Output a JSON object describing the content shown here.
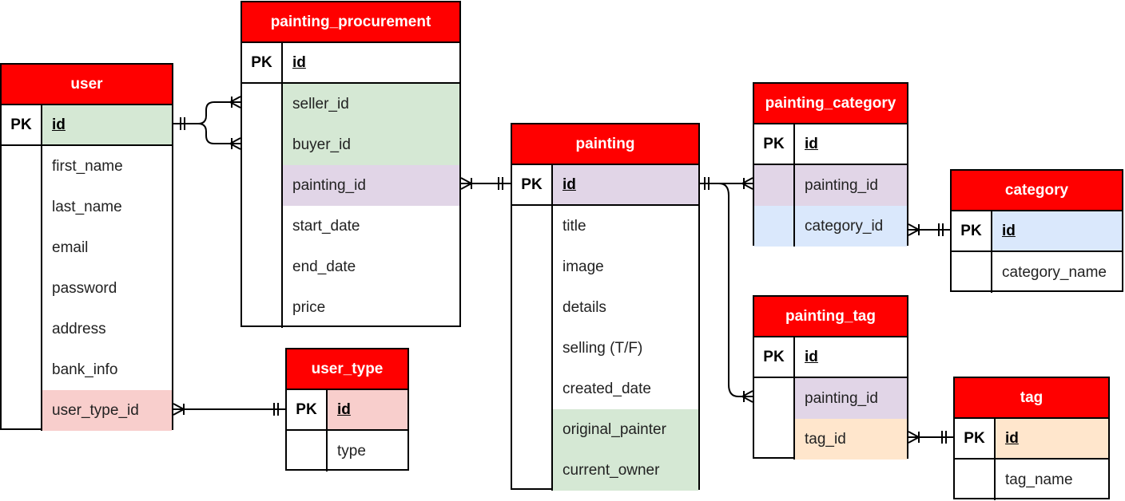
{
  "entities": {
    "user": {
      "name": "user",
      "pk_label": "PK",
      "pk": "id",
      "fields": [
        "first_name",
        "last_name",
        "email",
        "password",
        "address",
        "bank_info",
        "user_type_id"
      ]
    },
    "painting_procurement": {
      "name": "painting_procurement",
      "pk_label": "PK",
      "pk": "id",
      "fields": [
        "seller_id",
        "buyer_id",
        "painting_id",
        "start_date",
        "end_date",
        "price"
      ]
    },
    "user_type": {
      "name": "user_type",
      "pk_label": "PK",
      "pk": "id",
      "fields": [
        "type"
      ]
    },
    "painting": {
      "name": "painting",
      "pk_label": "PK",
      "pk": "id",
      "fields": [
        "title",
        "image",
        "details",
        "selling (T/F)",
        "created_date",
        "original_painter",
        "current_owner"
      ]
    },
    "painting_category": {
      "name": "painting_category",
      "pk_label": "PK",
      "pk": "id",
      "fields": [
        "painting_id",
        "category_id"
      ]
    },
    "category": {
      "name": "category",
      "pk_label": "PK",
      "pk": "id",
      "fields": [
        "category_name"
      ]
    },
    "painting_tag": {
      "name": "painting_tag",
      "pk_label": "PK",
      "pk": "id",
      "fields": [
        "painting_id",
        "tag_id"
      ]
    },
    "tag": {
      "name": "tag",
      "pk_label": "PK",
      "pk": "id",
      "fields": [
        "tag_name"
      ]
    }
  },
  "colors": {
    "header": "#ff0000",
    "green": "#d5e8d4",
    "purple": "#e1d5e7",
    "red": "#f8cecc",
    "blue": "#dae8fc",
    "orange": "#ffe6cc"
  }
}
